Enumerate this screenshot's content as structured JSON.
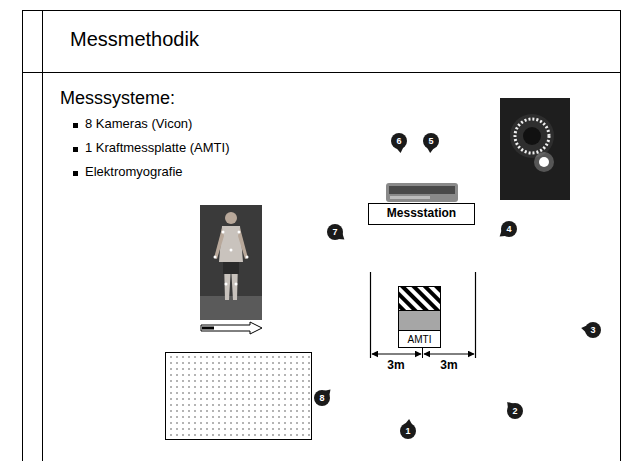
{
  "diagram": {
    "title": "Messmethodik",
    "nodes": [
      {
        "text": [
          "Messstation"
        ]
      },
      {
        "text": [
          "AMTI"
        ]
      }
    ],
    "labels": [
      "Messsysteme:",
      "8 Kameras (Vicon)",
      "1 Kraftmessplatte (AMTI)",
      "Elektromyografie",
      "6",
      "5",
      "7",
      "4",
      "3",
      "8",
      "1",
      "2",
      "3m",
      "3m"
    ]
  }
}
